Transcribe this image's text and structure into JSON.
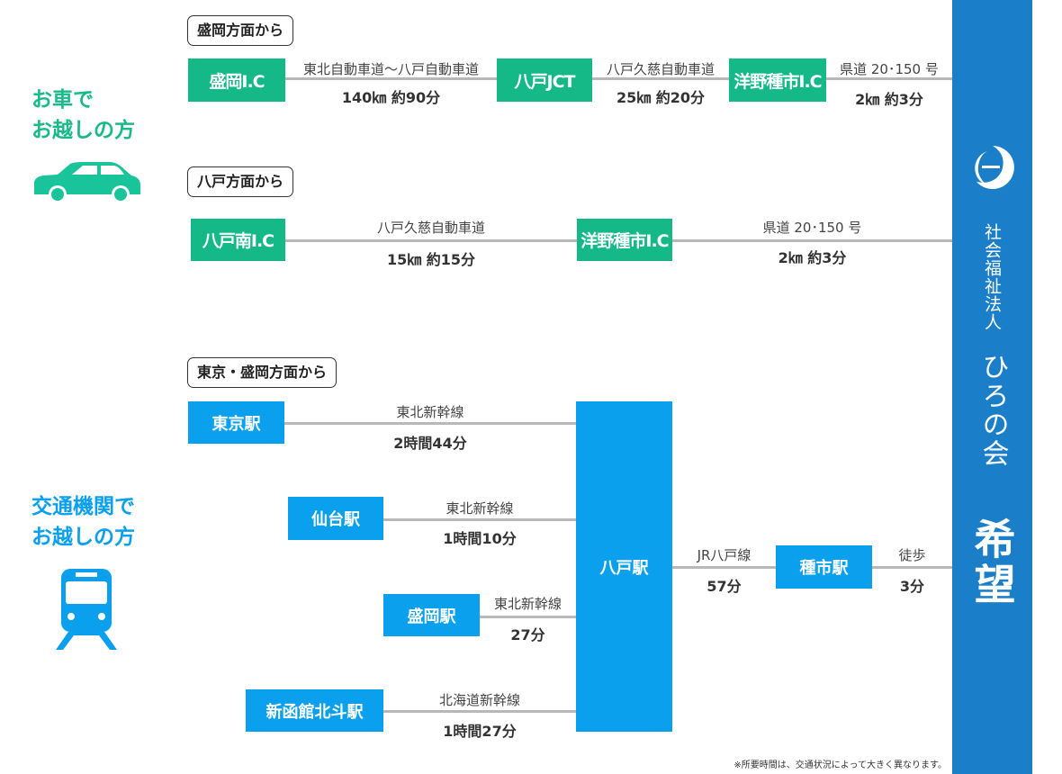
{
  "car": {
    "heading": [
      "お車で",
      "お越しの方"
    ],
    "color": "#1ab98a"
  },
  "transit": {
    "heading": [
      "交通機関で",
      "お越しの方"
    ],
    "color": "#0aa0ee"
  },
  "route1": {
    "label": "盛岡方面から",
    "nodes": [
      "盛岡I.C",
      "八戸JCT",
      "洋野種市I.C"
    ],
    "segments": [
      {
        "road": "東北自動車道～八戸自動車道",
        "info": "140㎞ 約90分"
      },
      {
        "road": "八戸久慈自動車道",
        "info": "25㎞ 約20分"
      },
      {
        "road": "県道 20･150 号",
        "info": "2㎞ 約3分"
      }
    ]
  },
  "route2": {
    "label": "八戸方面から",
    "nodes": [
      "八戸南I.C",
      "洋野種市I.C"
    ],
    "segments": [
      {
        "road": "八戸久慈自動車道",
        "info": "15㎞ 約15分"
      },
      {
        "road": "県道 20･150 号",
        "info": "2㎞ 約3分"
      }
    ]
  },
  "route3": {
    "label": "東京・盛岡方面から",
    "origins": [
      {
        "station": "東京駅",
        "line": "東北新幹線",
        "time": "2時間44分"
      },
      {
        "station": "仙台駅",
        "line": "東北新幹線",
        "time": "1時間10分"
      },
      {
        "station": "盛岡駅",
        "line": "東北新幹線",
        "time": "27分"
      },
      {
        "station": "新函館北斗駅",
        "line": "北海道新幹線",
        "time": "1時間27分"
      }
    ],
    "hub": "八戸駅",
    "hub_line": "JR八戸線",
    "hub_time": "57分",
    "dest": "種市駅",
    "walk": "徒歩",
    "walk_time": "3分"
  },
  "sidebar": {
    "org_type": "社会福祉法人",
    "org_name": "ひろの会",
    "facility": "希望",
    "color": "#1a7ec8"
  },
  "footnote": "※所要時間は、交通状況によって大きく異なります。",
  "colors": {
    "green": "#14b987",
    "blue": "#0aa0ee",
    "line": "#b8b8b8"
  }
}
